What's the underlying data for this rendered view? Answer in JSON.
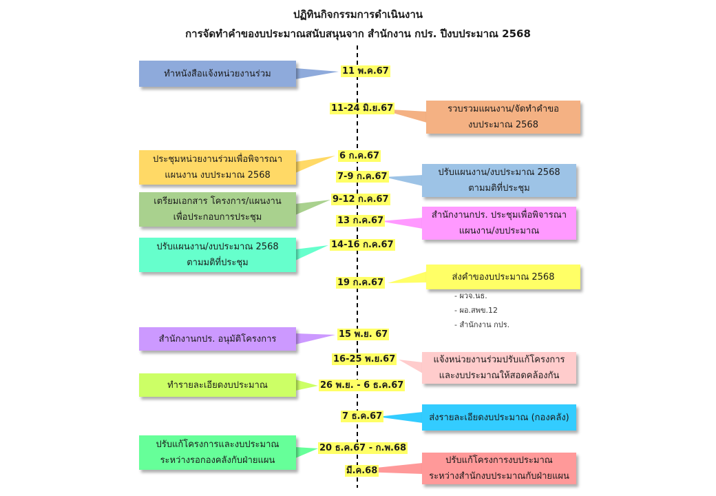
{
  "header": {
    "title_line1": "ปฏิทินกิจกรรมการดำเนินงาน",
    "title_line2": "การจัดทำคำของบประมาณสนับสนุนจาก  สำนักงาน กปร. ปีงบประมาณ 2568"
  },
  "events": [
    {
      "date": "11 พ.ค.67",
      "lines": [
        "ทำหนังสือแจ้งหน่วยงานร่วม"
      ],
      "color": "#8eaadb"
    },
    {
      "date": "11-24 มิ.ย.67",
      "lines": [
        "รวบรวมแผนงาน/จัดทำคำขอ",
        "งบประมาณ 2568"
      ],
      "color": "#f4b183"
    },
    {
      "date": "6 ก.ค.67",
      "lines": [
        "ประชุมหน่วยงานร่วมเพื่อพิจารณา",
        "แผนงาน งบประมาณ 2568"
      ],
      "color": "#ffd966"
    },
    {
      "date": "7-9 ก.ค.67",
      "lines": [
        "ปรับแผนงาน/งบประมาณ 2568",
        "ตามมติที่ประชุม"
      ],
      "color": "#9dc3e6"
    },
    {
      "date": "9-12 ก.ค.67",
      "lines": [
        "เตรียมเอกสาร โครงการ/แผนงาน",
        "เพื่อประกอบการประชุม"
      ],
      "color": "#a9d18e"
    },
    {
      "date": "13 ก.ค.67",
      "lines": [
        "สำนักงานกปร. ประชุมเพื่อพิจารณา",
        "แผนงาน/งบประมาณ"
      ],
      "color": "#ff99ff"
    },
    {
      "date": "14-16 ก.ค.67",
      "lines": [
        "ปรับแผนงาน/งบประมาณ 2568",
        "ตามมติที่ประชุม"
      ],
      "color": "#66ffcc"
    },
    {
      "date": "19 ก.ค.67",
      "lines": [
        "ส่งคำของบประมาณ 2568"
      ],
      "color": "#ffff66"
    },
    {
      "date": "15 พ.ย. 67",
      "lines": [
        "สำนักงานกปร. อนุมัติโครงการ"
      ],
      "color": "#cc99ff"
    },
    {
      "date": "16-25 พ.ย.67",
      "lines": [
        "แจ้งหน่วยงานร่วมปรับแก้โครงการ",
        "และงบประมาณให้สอดคล้องกัน"
      ],
      "color": "#ffcccc"
    },
    {
      "date": "26 พ.ย. - 6 ธ.ค.67",
      "lines": [
        "ทำรายละเอียดงบประมาณ"
      ],
      "color": "#ccff66"
    },
    {
      "date": "7 ธ.ค.67",
      "lines": [
        "ส่งรายละเอียดงบประมาณ (กองคลัง)"
      ],
      "color": "#33ccff"
    },
    {
      "date": "20 ธ.ค.67 - ก.พ.68",
      "lines": [
        "ปรับแก้โครงการและงบประมาณ",
        "ระหว่างรอกองคลังกับฝ่ายแผน"
      ],
      "color": "#66ff99"
    },
    {
      "date": "มี.ค.68",
      "lines": [
        "ปรับแก้โครงการงบประมาณ",
        "ระหว่างสำนักงบประมาณกับฝ่ายแผน"
      ],
      "color": "#ff9999"
    }
  ],
  "recipients": [
    "- ผวจ.นธ.",
    "- ผอ.สพข.12",
    "- สำนักงาน กปร."
  ]
}
